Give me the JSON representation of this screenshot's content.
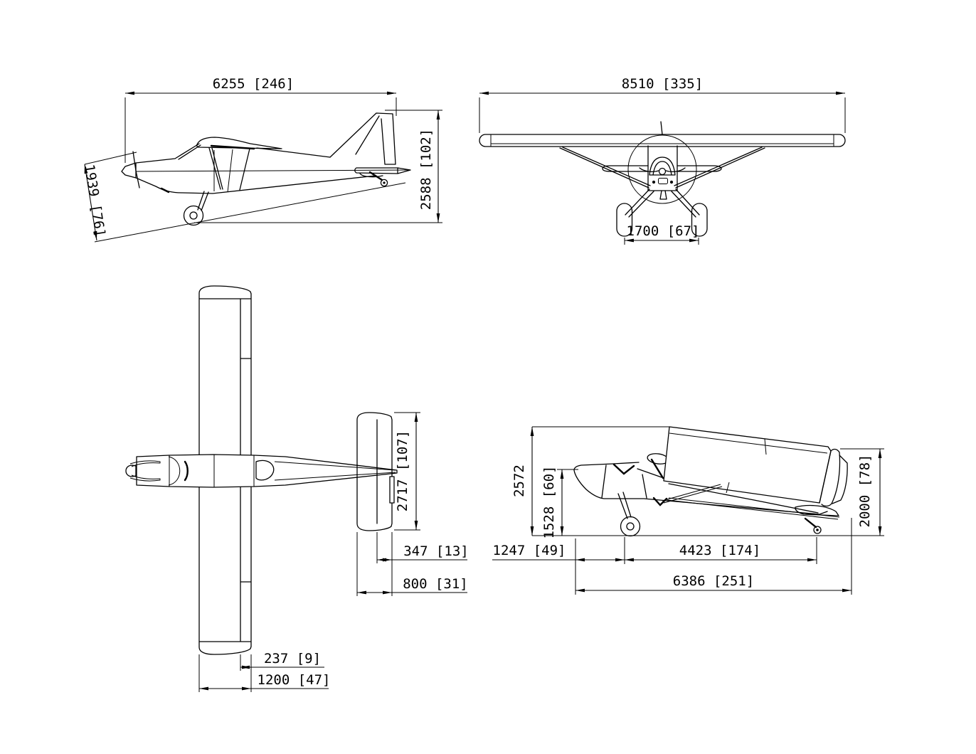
{
  "drawing": "aircraft-three-view-dimension-drawing",
  "views": {
    "side": {
      "name": "side-view",
      "dims": {
        "overall_length": "6255 [246]",
        "overall_height": "2588 [102]",
        "propeller": "1939 [76]"
      }
    },
    "front": {
      "name": "front-view",
      "dims": {
        "wingspan": "8510 [335]",
        "wheel_track": "1700 [67]"
      }
    },
    "top": {
      "name": "top-view",
      "dims": {
        "stabilizer_span": "2717 [107]",
        "elevator_chord": "347 [13]",
        "stabilizer_chord": "800 [31]",
        "aileron_chord": "237 [9]",
        "wing_chord": "1200 [47]"
      }
    },
    "folded": {
      "name": "wings-folded-side-view",
      "dims": {
        "overall_height": "2572",
        "nose_height": "1528 [60]",
        "nose_to_main_wheel": "1247 [49]",
        "main_wheel_to_tail_wheel": "4423 [174]",
        "overall_length_folded": "6386 [251]",
        "tail_height": "2000 [78]"
      }
    }
  }
}
